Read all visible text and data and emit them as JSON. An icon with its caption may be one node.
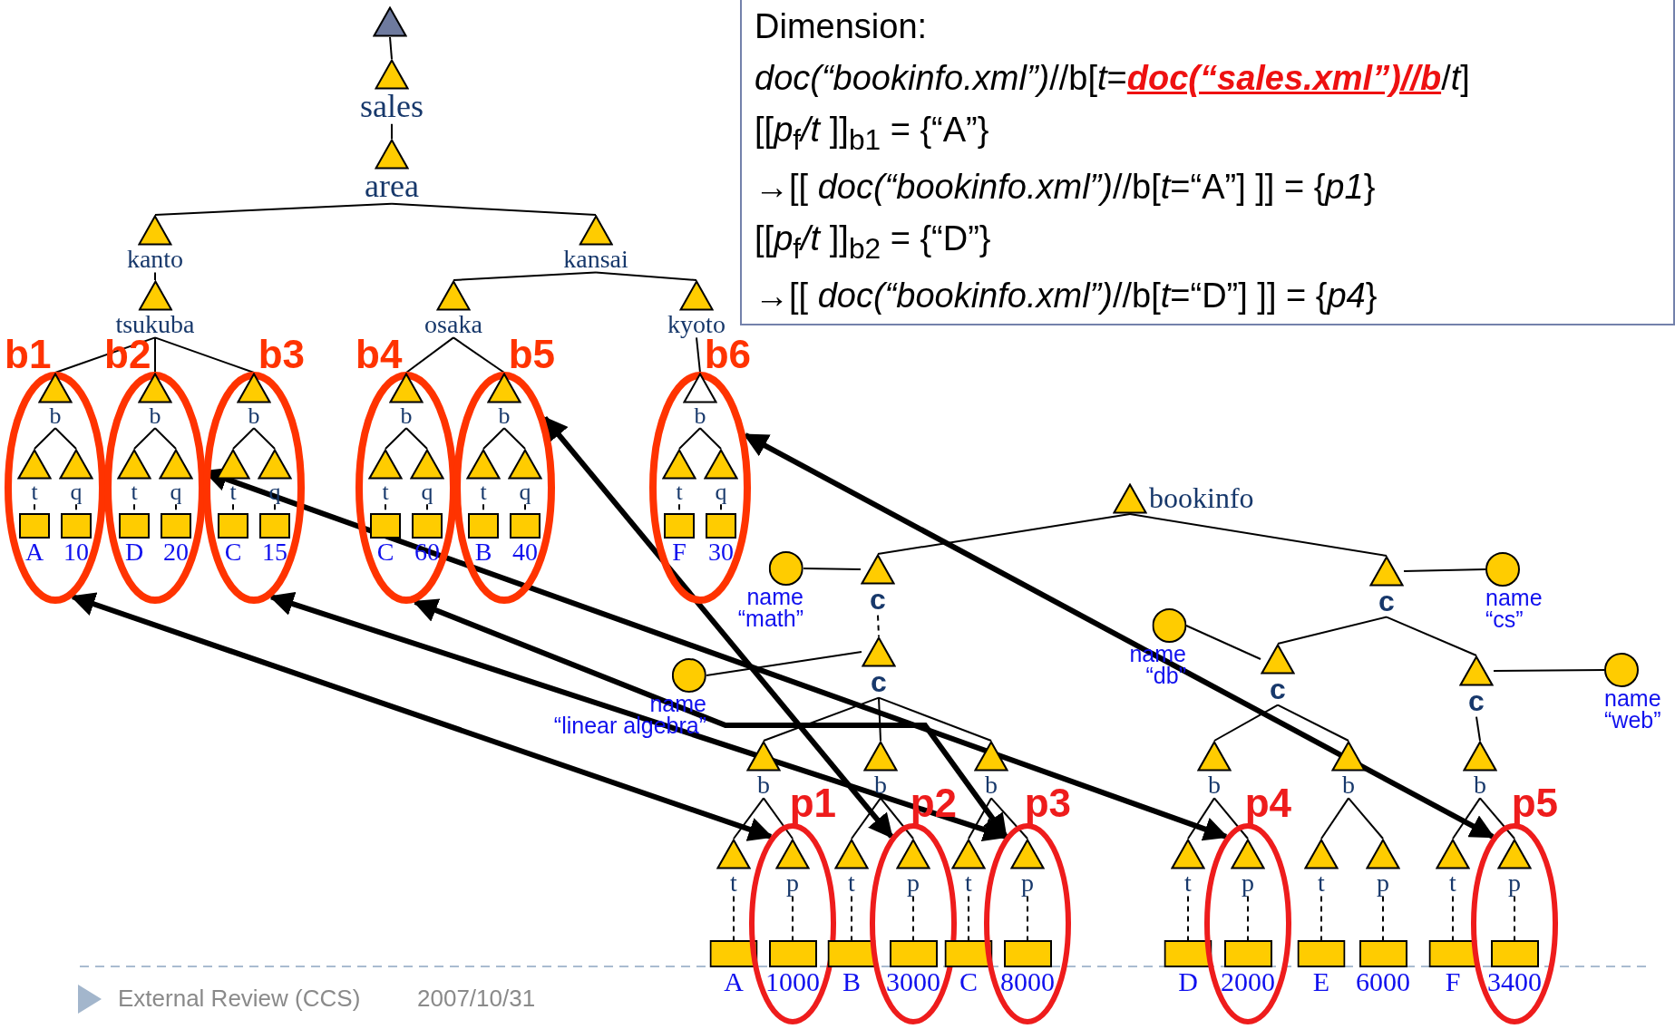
{
  "diagram": {
    "nodes": [
      {
        "text": [],
        "shape": "triangle"
      },
      {
        "text": [
          "sales"
        ]
      },
      {
        "text": [
          "area"
        ]
      },
      {
        "text": [
          "kanto"
        ]
      },
      {
        "text": [
          "kansai"
        ]
      },
      {
        "text": [
          "tsukuba"
        ]
      },
      {
        "text": [
          "osaka"
        ]
      },
      {
        "text": [
          "kyoto"
        ]
      },
      {
        "text": [
          "b1"
        ]
      },
      {
        "text": [
          "b"
        ],
        "in": 8
      },
      {
        "text": [
          "t"
        ],
        "in": 8
      },
      {
        "text": [
          "q"
        ],
        "in": 8
      },
      {
        "text": [
          "A"
        ],
        "in": 8
      },
      {
        "text": [
          "10"
        ],
        "in": 8
      },
      {
        "text": [
          "b2"
        ]
      },
      {
        "text": [
          "b"
        ],
        "in": 14
      },
      {
        "text": [
          "t"
        ],
        "in": 14
      },
      {
        "text": [
          "q"
        ],
        "in": 14
      },
      {
        "text": [
          "D"
        ],
        "in": 14
      },
      {
        "text": [
          "20"
        ],
        "in": 14
      },
      {
        "text": [
          "b3"
        ]
      },
      {
        "text": [
          "b"
        ],
        "in": 20
      },
      {
        "text": [
          "t"
        ],
        "in": 20
      },
      {
        "text": [
          "q"
        ],
        "in": 20
      },
      {
        "text": [
          "C"
        ],
        "in": 20
      },
      {
        "text": [
          "15"
        ],
        "in": 20
      },
      {
        "text": [
          "b4"
        ]
      },
      {
        "text": [
          "b"
        ],
        "in": 26
      },
      {
        "text": [
          "t"
        ],
        "in": 26
      },
      {
        "text": [
          "q"
        ],
        "in": 26
      },
      {
        "text": [
          "C"
        ],
        "in": 26
      },
      {
        "text": [
          "60"
        ],
        "in": 26
      },
      {
        "text": [
          "b5"
        ]
      },
      {
        "text": [
          "b"
        ],
        "in": 32
      },
      {
        "text": [
          "t"
        ],
        "in": 32
      },
      {
        "text": [
          "q"
        ],
        "in": 32
      },
      {
        "text": [
          "B"
        ],
        "in": 32
      },
      {
        "text": [
          "40"
        ],
        "in": 32
      },
      {
        "text": [
          "b6"
        ]
      },
      {
        "text": [
          "b"
        ],
        "in": 38
      },
      {
        "text": [
          "t"
        ],
        "in": 38
      },
      {
        "text": [
          "q"
        ],
        "in": 38
      },
      {
        "text": [
          "F"
        ],
        "in": 38
      },
      {
        "text": [
          "30"
        ],
        "in": 38
      },
      {
        "text": [
          "bookinfo"
        ]
      },
      {
        "text": [
          "name",
          "“math”"
        ]
      },
      {
        "text": [
          "c"
        ]
      },
      {
        "text": [
          "name",
          "“linear algebra”"
        ]
      },
      {
        "text": [
          "c"
        ]
      },
      {
        "text": [
          "b"
        ]
      },
      {
        "text": [
          "t"
        ]
      },
      {
        "text": [
          "A"
        ]
      },
      {
        "text": [
          "p1"
        ]
      },
      {
        "text": [
          "p"
        ],
        "in": 52
      },
      {
        "text": [
          "1000"
        ],
        "in": 52
      },
      {
        "text": [
          "b"
        ]
      },
      {
        "text": [
          "t"
        ]
      },
      {
        "text": [
          "B"
        ]
      },
      {
        "text": [
          "p2"
        ]
      },
      {
        "text": [
          "p"
        ],
        "in": 58
      },
      {
        "text": [
          "3000"
        ],
        "in": 58
      },
      {
        "text": [
          "b"
        ]
      },
      {
        "text": [
          "t"
        ]
      },
      {
        "text": [
          "C"
        ]
      },
      {
        "text": [
          "p3"
        ]
      },
      {
        "text": [
          "p"
        ],
        "in": 64
      },
      {
        "text": [
          "8000"
        ],
        "in": 64
      },
      {
        "text": [
          "c"
        ]
      },
      {
        "text": [
          "name",
          "“cs”"
        ]
      },
      {
        "text": [
          "name",
          "“db”"
        ]
      },
      {
        "text": [
          "c"
        ]
      },
      {
        "text": [
          "c"
        ]
      },
      {
        "text": [
          "name",
          "“web”"
        ]
      },
      {
        "text": [
          "b"
        ]
      },
      {
        "text": [
          "t"
        ]
      },
      {
        "text": [
          "D"
        ]
      },
      {
        "text": [
          "p4"
        ]
      },
      {
        "text": [
          "p"
        ],
        "in": 76
      },
      {
        "text": [
          "2000"
        ],
        "in": 76
      },
      {
        "text": [
          "b"
        ]
      },
      {
        "text": [
          "t"
        ]
      },
      {
        "text": [
          "p"
        ]
      },
      {
        "text": [
          "E"
        ]
      },
      {
        "text": [
          "6000"
        ]
      },
      {
        "text": [
          "b"
        ]
      },
      {
        "text": [
          "t"
        ]
      },
      {
        "text": [
          "F"
        ]
      },
      {
        "text": [
          "p5"
        ]
      },
      {
        "text": [
          "p"
        ],
        "in": 87
      },
      {
        "text": [
          "3400"
        ],
        "in": 87
      },
      {
        "text": [
          "Dimension:",
          "*doc(“bookinfo.xml”)*//b[*t*=**doc(“sales.xml”)//b**/*t*]",
          "[[*p*$_{f}$*/t* ]]$_{b1}$ = {“A”}",
          "→[[ *doc(“bookinfo.xml”)*//b[*t*=“A”] ]] = {*p1*}",
          "[[*p*$_{f}$*/t* ]]$_{b2}$ = {“D”}",
          "→[[ *doc(“bookinfo.xml”)*//b[*t*=“D”] ]] = {*p4*}"
        ]
      }
    ],
    "edges": [
      {
        "from": 0,
        "to": 1,
        "arrow": "none"
      },
      {
        "from": 1,
        "to": 2,
        "arrow": "none"
      },
      {
        "from": 2,
        "to": 3,
        "arrow": "none"
      },
      {
        "from": 2,
        "to": 4,
        "arrow": "none"
      },
      {
        "from": 3,
        "to": 5,
        "arrow": "none"
      },
      {
        "from": 4,
        "to": 6,
        "arrow": "none"
      },
      {
        "from": 4,
        "to": 7,
        "arrow": "none"
      },
      {
        "from": 5,
        "to": 9,
        "arrow": "none"
      },
      {
        "from": 5,
        "to": 15,
        "arrow": "none"
      },
      {
        "from": 5,
        "to": 21,
        "arrow": "none"
      },
      {
        "from": 6,
        "to": 27,
        "arrow": "none"
      },
      {
        "from": 6,
        "to": 33,
        "arrow": "none"
      },
      {
        "from": 7,
        "to": 39,
        "arrow": "none"
      },
      {
        "from": 9,
        "to": 10,
        "arrow": "none"
      },
      {
        "from": 9,
        "to": 11,
        "arrow": "none"
      },
      {
        "from": 10,
        "to": 12,
        "arrow": "none",
        "style": "dashed"
      },
      {
        "from": 11,
        "to": 13,
        "arrow": "none",
        "style": "dashed"
      },
      {
        "from": 15,
        "to": 16,
        "arrow": "none"
      },
      {
        "from": 15,
        "to": 17,
        "arrow": "none"
      },
      {
        "from": 16,
        "to": 18,
        "arrow": "none",
        "style": "dashed"
      },
      {
        "from": 17,
        "to": 19,
        "arrow": "none",
        "style": "dashed"
      },
      {
        "from": 21,
        "to": 22,
        "arrow": "none"
      },
      {
        "from": 21,
        "to": 23,
        "arrow": "none"
      },
      {
        "from": 22,
        "to": 24,
        "arrow": "none",
        "style": "dashed"
      },
      {
        "from": 23,
        "to": 25,
        "arrow": "none",
        "style": "dashed"
      },
      {
        "from": 27,
        "to": 28,
        "arrow": "none"
      },
      {
        "from": 27,
        "to": 29,
        "arrow": "none"
      },
      {
        "from": 28,
        "to": 30,
        "arrow": "none",
        "style": "dashed"
      },
      {
        "from": 29,
        "to": 31,
        "arrow": "none",
        "style": "dashed"
      },
      {
        "from": 33,
        "to": 34,
        "arrow": "none"
      },
      {
        "from": 33,
        "to": 35,
        "arrow": "none"
      },
      {
        "from": 34,
        "to": 36,
        "arrow": "none",
        "style": "dashed"
      },
      {
        "from": 35,
        "to": 37,
        "arrow": "none",
        "style": "dashed"
      },
      {
        "from": 39,
        "to": 40,
        "arrow": "none"
      },
      {
        "from": 39,
        "to": 41,
        "arrow": "none"
      },
      {
        "from": 40,
        "to": 42,
        "arrow": "none",
        "style": "dashed"
      },
      {
        "from": 41,
        "to": 43,
        "arrow": "none",
        "style": "dashed"
      },
      {
        "from": 44,
        "to": 46,
        "arrow": "none"
      },
      {
        "from": 44,
        "to": 67,
        "arrow": "none"
      },
      {
        "from": 45,
        "to": 46,
        "arrow": "none"
      },
      {
        "from": 46,
        "to": 48,
        "arrow": "none",
        "style": "dashed"
      },
      {
        "from": 47,
        "to": 48,
        "arrow": "none"
      },
      {
        "from": 48,
        "to": 49,
        "arrow": "none"
      },
      {
        "from": 48,
        "to": 55,
        "arrow": "none"
      },
      {
        "from": 48,
        "to": 61,
        "arrow": "none"
      },
      {
        "from": 49,
        "to": 50,
        "arrow": "none"
      },
      {
        "from": 49,
        "to": 53,
        "arrow": "none"
      },
      {
        "from": 50,
        "to": 51,
        "arrow": "none",
        "style": "dashed"
      },
      {
        "from": 53,
        "to": 54,
        "arrow": "none",
        "style": "dashed"
      },
      {
        "from": 55,
        "to": 56,
        "arrow": "none"
      },
      {
        "from": 55,
        "to": 59,
        "arrow": "none"
      },
      {
        "from": 56,
        "to": 57,
        "arrow": "none",
        "style": "dashed"
      },
      {
        "from": 59,
        "to": 60,
        "arrow": "none",
        "style": "dashed"
      },
      {
        "from": 61,
        "to": 62,
        "arrow": "none"
      },
      {
        "from": 61,
        "to": 65,
        "arrow": "none"
      },
      {
        "from": 62,
        "to": 63,
        "arrow": "none",
        "style": "dashed"
      },
      {
        "from": 65,
        "to": 66,
        "arrow": "none",
        "style": "dashed"
      },
      {
        "from": 67,
        "to": 68,
        "arrow": "none"
      },
      {
        "from": 67,
        "to": 70,
        "arrow": "none"
      },
      {
        "from": 67,
        "to": 71,
        "arrow": "none"
      },
      {
        "from": 69,
        "to": 70,
        "arrow": "none"
      },
      {
        "from": 71,
        "to": 72,
        "arrow": "none"
      },
      {
        "from": 70,
        "to": 73,
        "arrow": "none"
      },
      {
        "from": 70,
        "to": 79,
        "arrow": "none"
      },
      {
        "from": 71,
        "to": 84,
        "arrow": "none"
      },
      {
        "from": 73,
        "to": 74,
        "arrow": "none"
      },
      {
        "from": 73,
        "to": 77,
        "arrow": "none"
      },
      {
        "from": 74,
        "to": 75,
        "arrow": "none",
        "style": "dashed"
      },
      {
        "from": 77,
        "to": 78,
        "arrow": "none",
        "style": "dashed"
      },
      {
        "from": 79,
        "to": 80,
        "arrow": "none"
      },
      {
        "from": 79,
        "to": 81,
        "arrow": "none"
      },
      {
        "from": 80,
        "to": 82,
        "arrow": "none",
        "style": "dashed"
      },
      {
        "from": 81,
        "to": 83,
        "arrow": "none",
        "style": "dashed"
      },
      {
        "from": 84,
        "to": 85,
        "arrow": "none"
      },
      {
        "from": 84,
        "to": 88,
        "arrow": "none"
      },
      {
        "from": 85,
        "to": 86,
        "arrow": "none",
        "style": "dashed"
      },
      {
        "from": 88,
        "to": 89,
        "arrow": "none",
        "style": "dashed"
      },
      {
        "from": 8,
        "to": 52,
        "arrow": "both",
        "style": "thick"
      },
      {
        "from": 14,
        "to": 76,
        "arrow": "both",
        "style": "thick"
      },
      {
        "from": 20,
        "to": 64,
        "arrow": "both",
        "style": "thick"
      },
      {
        "from": 26,
        "to": 64,
        "arrow": "both",
        "style": "thick"
      },
      {
        "from": 32,
        "to": 58,
        "arrow": "both",
        "style": "thick"
      },
      {
        "from": 38,
        "to": 87,
        "arrow": "both",
        "style": "thick"
      }
    ],
    "labels": [
      "External Review (CCS)",
      "2007/10/31"
    ]
  }
}
